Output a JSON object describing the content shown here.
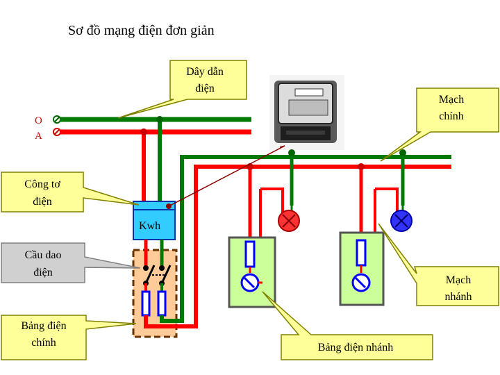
{
  "title": "Sơ đồ mạng điện đơn giản",
  "terminals": {
    "neutral": "O",
    "phase": "A"
  },
  "meter_label": "Kwh",
  "callouts": {
    "wire": "Dây dẫn|điện",
    "main_circuit": "Mạch|chính",
    "meter": "Công tơ|điện",
    "knife_switch": "Cầu dao|điện",
    "branch_circuit": "Mạch|nhánh",
    "main_panel": "Bảng điện|chính",
    "branch_panel": "Bảng điện nhánh"
  },
  "colors": {
    "phase_wire": "#ff0000",
    "neutral_wire": "#007a00",
    "callout_fill": "#ffff99",
    "callout_fill_gray": "#d0d0d0",
    "meter_fill": "#33ccff",
    "main_panel_fill": "#ffcc99",
    "branch_panel_fill": "#ccff99",
    "lamp_red": "#ff3333",
    "lamp_blue": "#3333ff",
    "fuse": "#0000ff"
  }
}
